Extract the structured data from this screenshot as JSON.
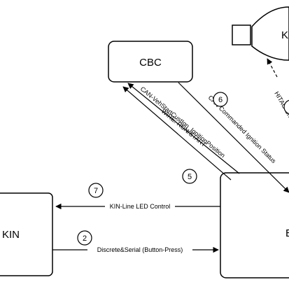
{
  "nodes": {
    "cbc": {
      "label": "CBC"
    },
    "kin": {
      "label": "KIN"
    },
    "right_box": {
      "label": "B"
    },
    "top_right": {
      "label": "K"
    }
  },
  "edges": {
    "can_verstart": {
      "step": "5",
      "label": "CAN-VehStartCustIgn_IgnitionPosition"
    },
    "wire_run": {
      "label": "WIRE: RUN/START"
    },
    "can_ignition": {
      "step": "6",
      "label": "CAN Commanded Ignition Status"
    },
    "hitag": {
      "label": "HITAG Chal"
    },
    "kin_led": {
      "step": "7",
      "label": "KIN-Line LED Control"
    },
    "discrete": {
      "step": "2",
      "label": "Discrete&Serial (Button-Press)"
    }
  }
}
